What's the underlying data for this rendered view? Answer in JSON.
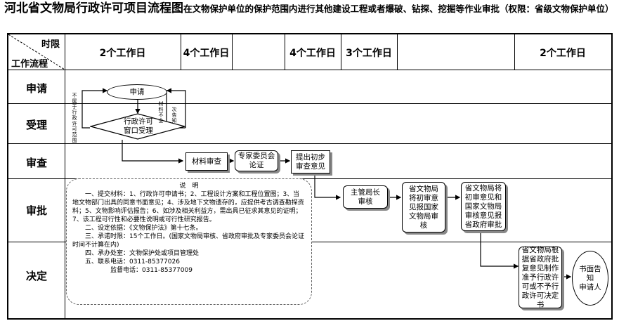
{
  "title": {
    "main": "河北省文物局行政许可项目流程图",
    "sub": "在文物保护单位的保护范围内进行其他建设工程或者爆破、钻探、挖掘等作业审批（权限：省级文物保护单位）"
  },
  "header": {
    "time_label": "时限",
    "flow_label": "工作流程",
    "col_2days_a": "2个工作日",
    "col_4days_a": "4个工作日",
    "col_4days_b": "4个工作日",
    "col_3days": "3个工作日",
    "col_2days_b": "2个工作日"
  },
  "rows": {
    "apply": "申请",
    "accept": "受理",
    "review": "审查",
    "approve": "审批",
    "decide": "决定"
  },
  "nodes": {
    "apply": "申请",
    "window": "行政许可\n窗口受理",
    "not_scope": "不属于行政许可范围",
    "materials_incomplete": "材料不全",
    "notice_once": "一次告知",
    "material_review": "材料审查",
    "expert": "专家委员会\n论证",
    "initial_opinion": "提出初步\n审查意见",
    "director": "主管局长\n审核",
    "bureau_review": "省文物局\n将初审意\n见报国家\n文物局审\n核",
    "report_gov": "省文物局将\n初审意见和\n国家文物局\n审核意见报\n省政府审批",
    "decision": "省文物局根\n据省政府批\n复意见制作\n准予行政许\n可或不予行\n政许可决定\n书",
    "notify": "书面告\n知\n申请人"
  },
  "note": {
    "title": "说　明",
    "line1": "一、提交材料：1、行政许可申请书；2、工程设计方案和工程位置图；3、当地文物部门出具的同意书面意见；4、涉及地下文物遗存的，应提供考古调查勘探资料；5、文物影响评估报告；6、如涉及相关利益方，需出具已征求其意见的证明；7、该工程可行性和必要性说明或可行性研究报告。",
    "line2": "二、设定依据：《文物保护法》第十七条。",
    "line3": "三、承诺时限：15个工作日。(国家文物局审核、省政府审批及专家委员会论证时间不计算在内)",
    "line4": "四、承办处室：文物保护处或项目管理处",
    "line5": "五、联系电话：0311-85377026",
    "line6": "监督电话：0311-85377009"
  }
}
